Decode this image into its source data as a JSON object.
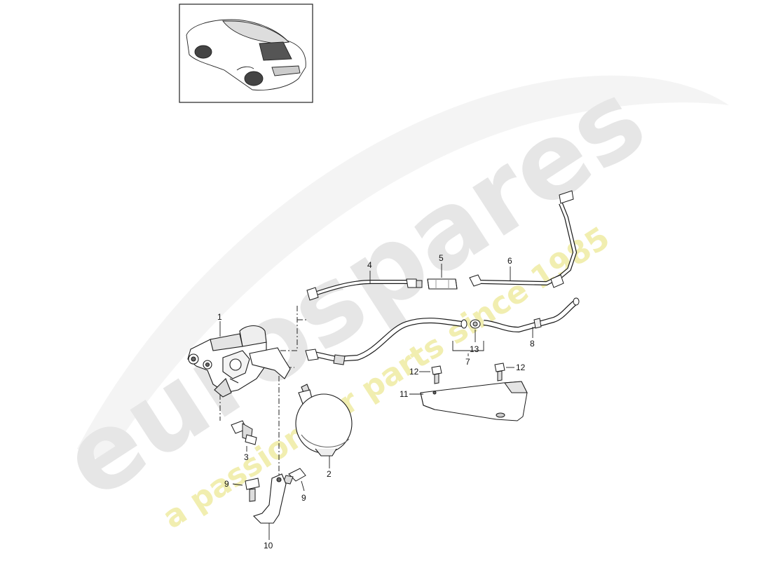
{
  "watermark": {
    "brand": "eurospares",
    "tagline": "a passion for parts since 1985",
    "brand_color": "#e9e9e9",
    "tagline_color": "#f2efb4"
  },
  "callouts": [
    {
      "id": "1",
      "label": "1"
    },
    {
      "id": "2",
      "label": "2"
    },
    {
      "id": "3",
      "label": "3"
    },
    {
      "id": "4",
      "label": "4"
    },
    {
      "id": "5",
      "label": "5"
    },
    {
      "id": "6",
      "label": "6"
    },
    {
      "id": "7",
      "label": "7"
    },
    {
      "id": "8",
      "label": "8"
    },
    {
      "id": "9a",
      "label": "9"
    },
    {
      "id": "9b",
      "label": "9"
    },
    {
      "id": "10",
      "label": "10"
    },
    {
      "id": "11",
      "label": "11"
    },
    {
      "id": "12a",
      "label": "12"
    },
    {
      "id": "12b",
      "label": "12"
    },
    {
      "id": "13",
      "label": "13"
    }
  ],
  "colors": {
    "line": "#1a1a1a",
    "part_fill": "#ffffff",
    "shade": "#cfcfcf"
  }
}
